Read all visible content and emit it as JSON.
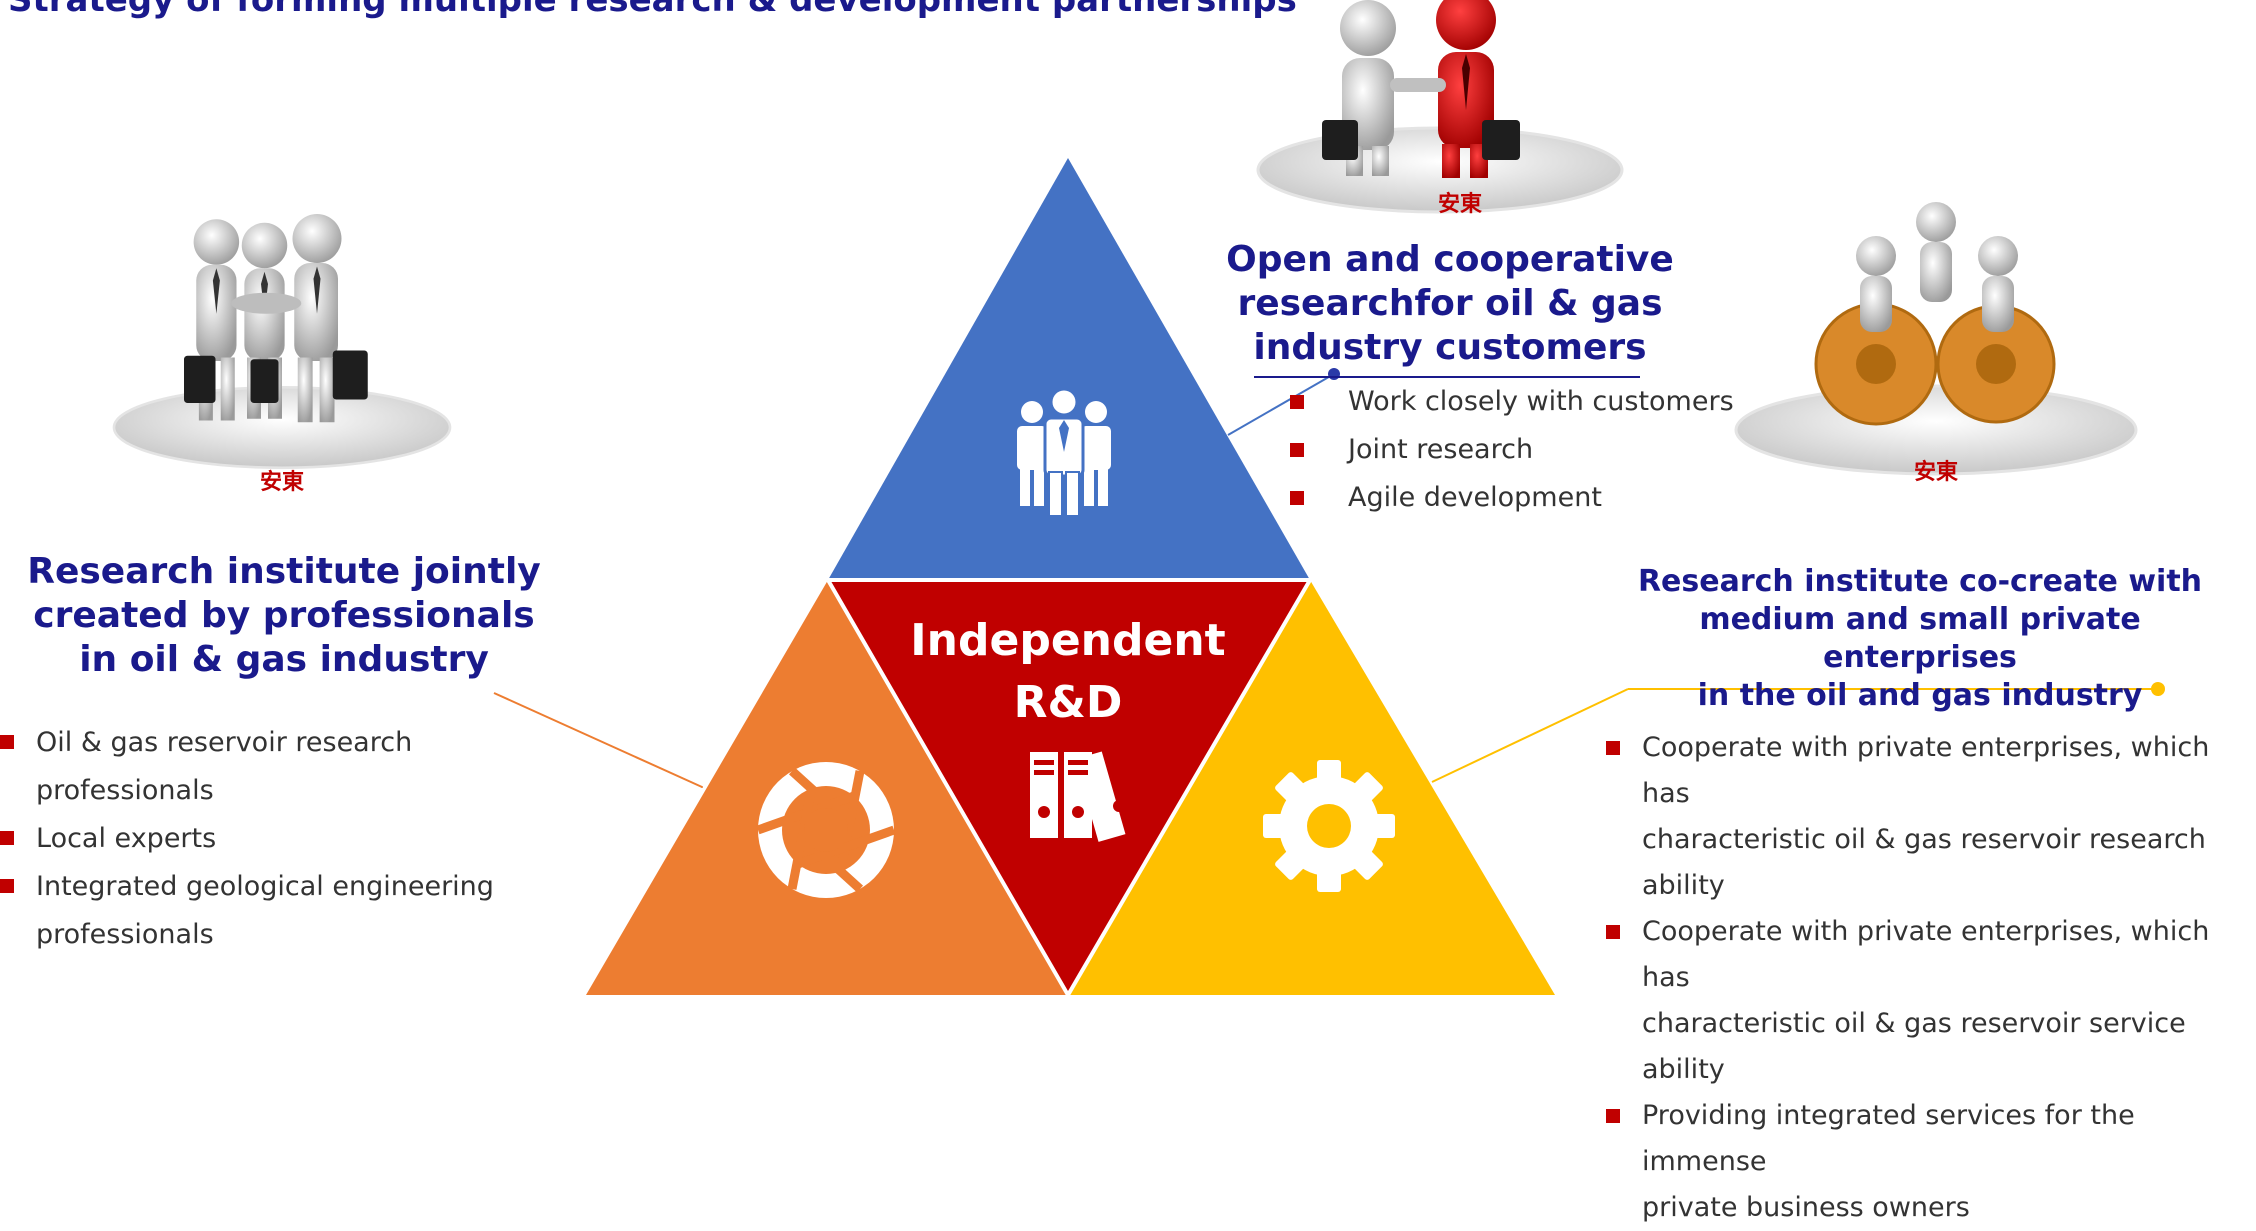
{
  "page": {
    "top_title": "Strategy of forming multiple research & development partnerships"
  },
  "center": {
    "label_line1": "Independent",
    "label_line2": "R&D"
  },
  "left": {
    "heading_lines": [
      "Research institute jointly",
      "created by professionals",
      "in oil & gas industry"
    ],
    "bullets": [
      "Oil & gas reservoir research professionals",
      "Local experts",
      "Integrated geological engineering",
      "professionals"
    ],
    "stamp": "安東"
  },
  "top": {
    "heading_lines": [
      "Open and cooperative",
      "researchfor oil & gas",
      "industry customers"
    ],
    "bullets": [
      "Work closely with customers",
      "Joint research",
      "Agile development"
    ],
    "stamp": "安東"
  },
  "right": {
    "heading_lines": [
      "Research institute co-create with",
      "medium and small private enterprises",
      "in the oil and gas industry"
    ],
    "bullets": [
      {
        "line1": "Cooperate with private enterprises, which has",
        "line2": "characteristic oil & gas reservoir research ability"
      },
      {
        "line1": "Cooperate with private enterprises, which has",
        "line2": "characteristic oil & gas reservoir service ability"
      },
      {
        "line1": "Providing integrated services for the immense",
        "line2": "private business owners"
      }
    ],
    "stamp": "安東"
  },
  "colors": {
    "blue": "#4472c4",
    "red": "#c00000",
    "orange": "#ed7d31",
    "yellow": "#ffc000",
    "navy": "#1a1a8c",
    "bullet": "#c00000"
  },
  "icons": {
    "top_triangle": "team-icon",
    "center_triangle": "binders-icon",
    "left_triangle": "aperture-icon",
    "right_triangle": "gear-icon"
  }
}
